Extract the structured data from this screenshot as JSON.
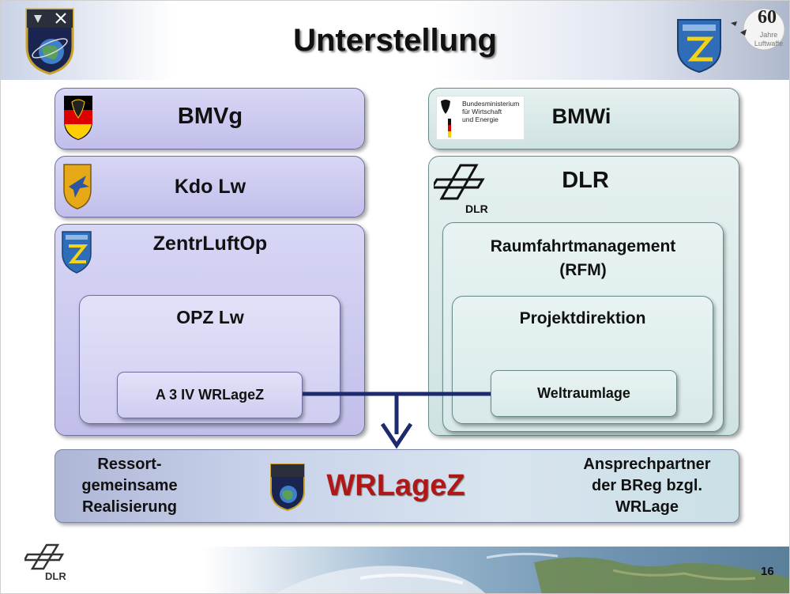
{
  "header": {
    "title": "Unterstellung",
    "jubilee": {
      "number": "60",
      "line1": "Jahre",
      "line2": "Luftwaffe"
    }
  },
  "left": {
    "bmvg": "BMVg",
    "kdo_lw": "Kdo Lw",
    "zentrluftop": "ZentrLuftOp",
    "opz_lw": "OPZ Lw",
    "a3iv": "A 3 IV WRLageZ"
  },
  "right": {
    "bmwi": "BMWi",
    "bmwi_logo": {
      "line1": "Bundesministerium",
      "line2": "für Wirtschaft",
      "line3": "und Energie"
    },
    "dlr": "DLR",
    "dlr_logo_text": "DLR",
    "rfm_line1": "Raumfahrtmanagement",
    "rfm_line2": "(RFM)",
    "projektdirektion": "Projektdirektion",
    "weltraumlage": "Weltraumlage"
  },
  "bottom": {
    "left_line1": "Ressort-",
    "left_line2": "gemeinsame",
    "left_line3": "Realisierung",
    "center": "WRLageZ",
    "right_line1": "Ansprechpartner",
    "right_line2": "der BReg bzgl.",
    "right_line3": "WRLage"
  },
  "footer": {
    "dlr_logo_text": "DLR",
    "page_number": "16"
  },
  "colors": {
    "wrlagez_red": "#b01818",
    "connector_navy": "#1e2a6e",
    "purple_box": "#c1bfea",
    "teal_box": "#cfe2e2"
  },
  "icons": [
    "wrlagez-crest-icon",
    "zentrluftop-crest-icon",
    "jubilee-60-icon",
    "federal-eagle-icon",
    "luftwaffe-crest-icon",
    "dlr-logo-icon",
    "earth-image"
  ]
}
